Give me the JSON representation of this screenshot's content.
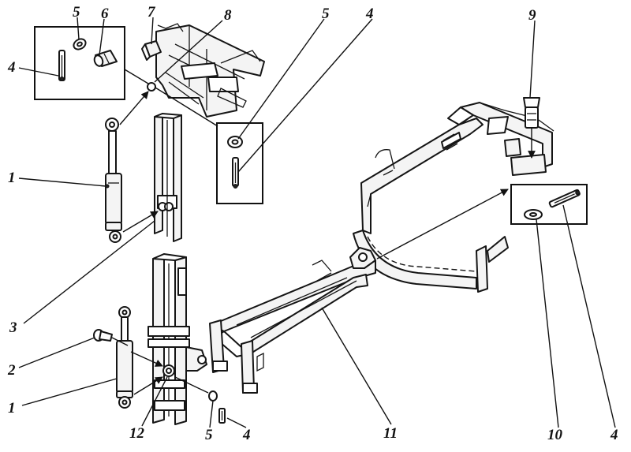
{
  "labels": {
    "l1a": "1",
    "l1b": "1",
    "l2": "2",
    "l3": "3",
    "l4a": "4",
    "l4b": "4",
    "l4c": "4",
    "l4d": "4",
    "l5a": "5",
    "l5b": "5",
    "l5c": "5",
    "l6": "6",
    "l7": "7",
    "l8": "8",
    "l9": "9",
    "l10": "10",
    "l11": "11",
    "l12": "12"
  }
}
